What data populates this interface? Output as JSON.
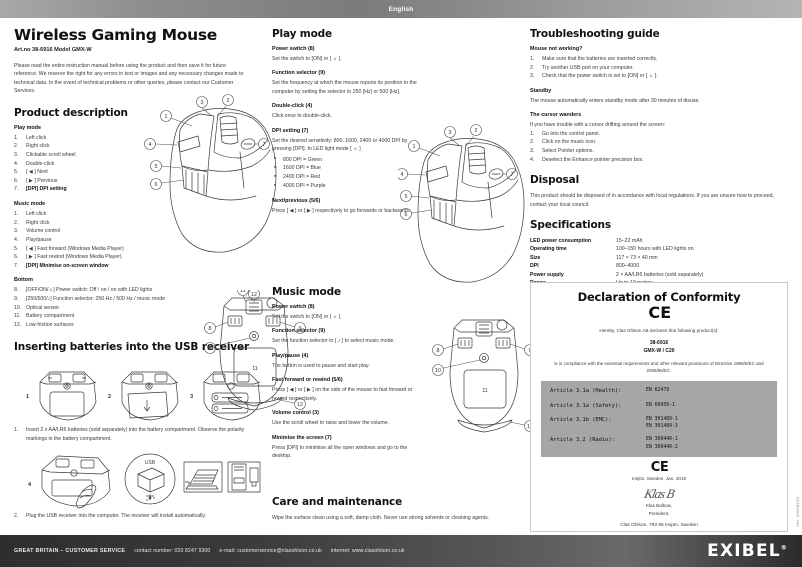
{
  "topbar": {
    "language": "English"
  },
  "header": {
    "title": "Wireless Gaming Mouse",
    "art_no": "Art.no 38-6916  Model  GMX-W",
    "intro": "Please read the entire instruction manual before using the product and then save it for future reference. We reserve the right for any errors in text or images and any necessary changes made to technical data. In the event of technical problems or other queries, please contact our Customer Services."
  },
  "product_description": {
    "heading": "Product description",
    "play_mode": {
      "heading": "Play mode",
      "items": [
        {
          "n": "1.",
          "text": "Left click"
        },
        {
          "n": "2.",
          "text": "Right click"
        },
        {
          "n": "3.",
          "text": "Clickable scroll wheel"
        },
        {
          "n": "4.",
          "text": "Double-click"
        },
        {
          "n": "5.",
          "text": "[ ◀ ] Next"
        },
        {
          "n": "6.",
          "text": "[ ▶ ] Previous"
        },
        {
          "n": "7.",
          "text": "[DPI] DPI setting"
        }
      ]
    },
    "music_mode": {
      "heading": "Music mode",
      "items": [
        {
          "n": "1.",
          "text": "Left click"
        },
        {
          "n": "2.",
          "text": "Right click"
        },
        {
          "n": "3.",
          "text": "Volume control"
        },
        {
          "n": "4.",
          "text": "Play/pause"
        },
        {
          "n": "5.",
          "text": "[ ◀ ] Fast forward (Windows Media Player)"
        },
        {
          "n": "6.",
          "text": "[ ▶ ] Fast rewind (Windows Media Player)"
        },
        {
          "n": "7.",
          "text": "[DPI] Minimise on-screen window"
        }
      ]
    },
    "bottom": {
      "heading": "Bottom",
      "items": [
        {
          "n": "8.",
          "text": "[OFF/ON/☼] Power switch: Off / on / on with LED lights"
        },
        {
          "n": "9.",
          "text": "[250/500/♪] Function selector: 250 Hz / 500 Hz / music mode"
        },
        {
          "n": "10.",
          "text": "Optical sensor"
        },
        {
          "n": "11.",
          "text": "Battery compartment"
        },
        {
          "n": "12.",
          "text": "Low-friction surfaces"
        }
      ]
    }
  },
  "inserting_batteries": {
    "heading": "Inserting batteries into the USB receiver",
    "fig_steps": [
      "1",
      "2",
      "3",
      "4"
    ],
    "usb_label": "USB",
    "steps": [
      {
        "n": "1.",
        "text": "Insert 2 x AA/LR6 batteries (sold separately) into the battery compartment. Observe the polarity markings in the battery compartment."
      },
      {
        "n": "2.",
        "text": "Plug the USB receiver into the computer. The receiver will install automatically."
      }
    ]
  },
  "play_mode_section": {
    "heading": "Play mode",
    "blocks": [
      {
        "title": "Power switch (8)",
        "text": "Set the switch to [ON] or [ ☼ ]."
      },
      {
        "title": "Function selector (9)",
        "text": "Set the frequency at which the mouse reports its position to the computer by setting the selector to 250 [Hz] or 500 [Hz]."
      },
      {
        "title": "Double-click (4)",
        "text": "Click once to double-click."
      },
      {
        "title": "DPI setting (7)",
        "text": "Set the desired sensitivity: 800, 1600, 2400 or 4000 DPI by pressing [DPI]. In LED light mode [ ☼ ]"
      },
      {
        "title": "Next/previous (5/6)",
        "text": "Press [ ◀ ] or [ ▶ ] respectively to go forwards or backwards."
      }
    ],
    "dpi_colours": [
      "800 DPI = Green",
      "1600 DPI = Blue",
      "2400 DPI = Red",
      "4000 DPI = Purple"
    ]
  },
  "music_mode_section": {
    "heading": "Music mode",
    "blocks": [
      {
        "title": "Power switch (8)",
        "text": "Set the switch to [ON] or [ ☼ ]."
      },
      {
        "title": "Function selector (9)",
        "text": "Set the function selector to [ ♪ ] to select music mode."
      },
      {
        "title": "Play/pause (4)",
        "text": "The button is used to pause and start play."
      },
      {
        "title": "Fast forward or rewind (5/6)",
        "text": "Press [ ◀ ] or [ ▶ ] on the side of the mouse to fast forward or rewind respectively."
      },
      {
        "title": "Volume control (3)",
        "text": "Use the scroll wheel to raise and lower the volume."
      },
      {
        "title": "Minimise the screen (7)",
        "text": "Press [DPI] to minimise all the open windows and go to the desktop."
      }
    ]
  },
  "care": {
    "heading": "Care and maintenance",
    "text": "Wipe the surface clean using a soft, damp cloth. Never use strong solvents or cleaning agents."
  },
  "troubleshooting": {
    "heading": "Troubleshooting guide",
    "groups": [
      {
        "title": "Mouse not working?",
        "items": [
          {
            "n": "1.",
            "text": "Make sure that the batteries are inserted correctly."
          },
          {
            "n": "2.",
            "text": "Try another USB port on your computer."
          },
          {
            "n": "3.",
            "text": "Check that the power switch is set to [ON] or [ ☼ ]."
          }
        ]
      },
      {
        "title": "Standby",
        "paragraph": "The mouse automatically enters standby mode after 30 minutes of disuse."
      },
      {
        "title": "The cursor wanders",
        "paragraph": "If you have trouble with a cursor drifting around the screen:",
        "items": [
          {
            "n": "1.",
            "text": "Go into the control panel."
          },
          {
            "n": "2.",
            "text": "Click on the music icon."
          },
          {
            "n": "3.",
            "text": "Select Pointer options."
          },
          {
            "n": "4.",
            "text": "Deselect the Enhance pointer precision box."
          }
        ]
      }
    ]
  },
  "disposal": {
    "heading": "Disposal",
    "text": "This product should be disposed of in accordance with local regulations. If you are unsure how to proceed, contact your local council."
  },
  "specifications": {
    "heading": "Specifications",
    "rows": [
      {
        "key": "LED power consumption",
        "value": "15–22 mAh"
      },
      {
        "key": "Operating time",
        "value": "100–150 hours with LED lights on"
      },
      {
        "key": "Size",
        "value": "117 × 73 × 40 mm"
      },
      {
        "key": "DPI",
        "value": "800–4000"
      },
      {
        "key": "Power supply",
        "value": "2 × AA/LR6 batteries (sold separately)"
      },
      {
        "key": "Range",
        "value": "Up to 10 metres"
      }
    ]
  },
  "declaration": {
    "title": "Declaration of Conformity",
    "ce": "C E",
    "hereby": "Hereby, Clas Ohlson AB declares that following product(s):",
    "model_lines": [
      "38-6916",
      "GMX-W / C20"
    ],
    "compliance": "is in compliance with the essential requirements and other relevant provisions of Directive 1999/5/EC and 2006/95/EC.",
    "articles": [
      {
        "label": "Article 3.1a (Health):",
        "values": [
          "EN 62479"
        ]
      },
      {
        "label": "Article 3.1a (Safety):",
        "values": [
          "EN 60950-1"
        ]
      },
      {
        "label": "Article 3.1b (EMC):",
        "values": [
          "EN 301489-1",
          "EN 301489-3"
        ]
      },
      {
        "label": "Article 3.2 (Radio):",
        "values": [
          "EN 300440-1",
          "EN 300440-2"
        ]
      }
    ],
    "ce_bottom": "C E",
    "place_date": "Insjön, Sweden, Jan. 2015",
    "signature_name": "Klas Balkow,",
    "signature_role": "President.",
    "address": "Clas Ohlson, 793 85 Insjön, Sweden"
  },
  "footer": {
    "region": "GREAT BRITAIN – CUSTOMER SERVICE",
    "contact": "contact number: 020 8247 9300",
    "email": "e-mail: customerservice@clasohlson.co.uk",
    "internet": "internet: www.clasohlson.co.uk",
    "brand": "EXIBEL",
    "side_code": "Ver. 20150120"
  },
  "figure_callouts": {
    "top_mouse": [
      "1",
      "2",
      "3",
      "4",
      "5",
      "6",
      "7"
    ],
    "bottom_mouse": [
      "8",
      "9",
      "10",
      "11",
      "12"
    ]
  }
}
